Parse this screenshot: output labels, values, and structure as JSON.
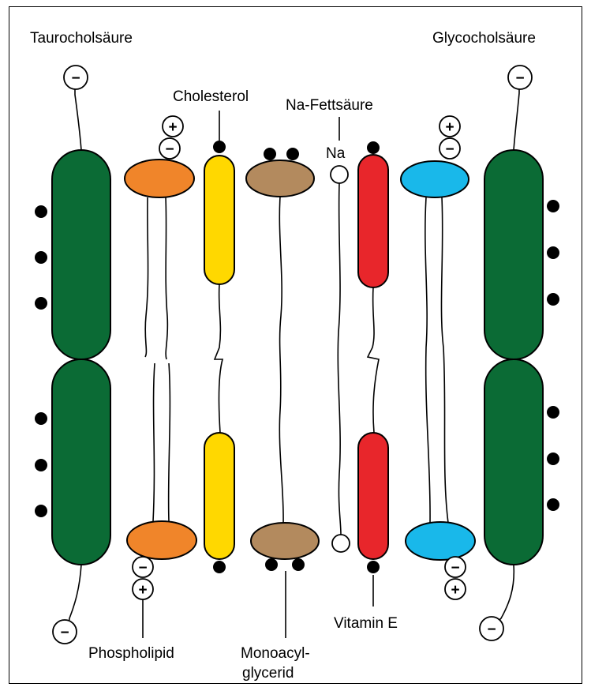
{
  "labels": {
    "taurocholsaeure": "Taurocholsäure",
    "glycocholsaeure": "Glycocholsäure",
    "cholesterol": "Cholesterol",
    "na_fettsaeure": "Na-Fettsäure",
    "na": "Na",
    "phospholipid": "Phospholipid",
    "monoacylglycerid_line1": "Monoacyl-",
    "monoacylglycerid_line2": "glycerid",
    "vitamin_e": "Vitamin E"
  },
  "signs": {
    "minus": "−",
    "plus": "+"
  },
  "colors": {
    "bile_acid": "#0b6b35",
    "phospholipid_left": "#f0852a",
    "phospholipid_right": "#19b8ea",
    "cholesterol": "#ffd800",
    "monoacylglycerid": "#b38a5e",
    "vitamin_e": "#e8262b"
  }
}
